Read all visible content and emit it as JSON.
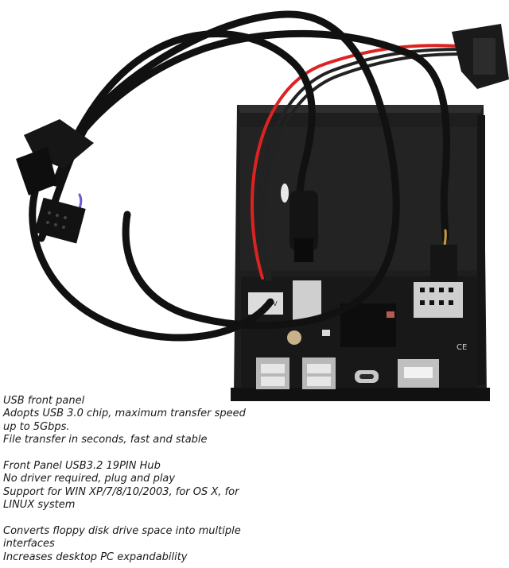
{
  "paragraphs": [
    {
      "lines": [
        "USB front panel",
        "Adopts USB 3.0 chip, maximum transfer speed",
        "up to 5Gbps.",
        "File transfer in seconds, fast and stable"
      ]
    },
    {
      "lines": [
        "Front Panel USB3.2 19PIN Hub",
        "No driver required, plug and play",
        "Support for WIN XP/7/8/10/2003, for OS X, for",
        "LINUX system"
      ]
    },
    {
      "lines": [
        "Converts floppy disk drive space into multiple",
        "interfaces",
        "Increases desktop PC expandability"
      ]
    }
  ],
  "board_markings": {
    "jumper_label": "5V",
    "ce_mark": "CE"
  }
}
